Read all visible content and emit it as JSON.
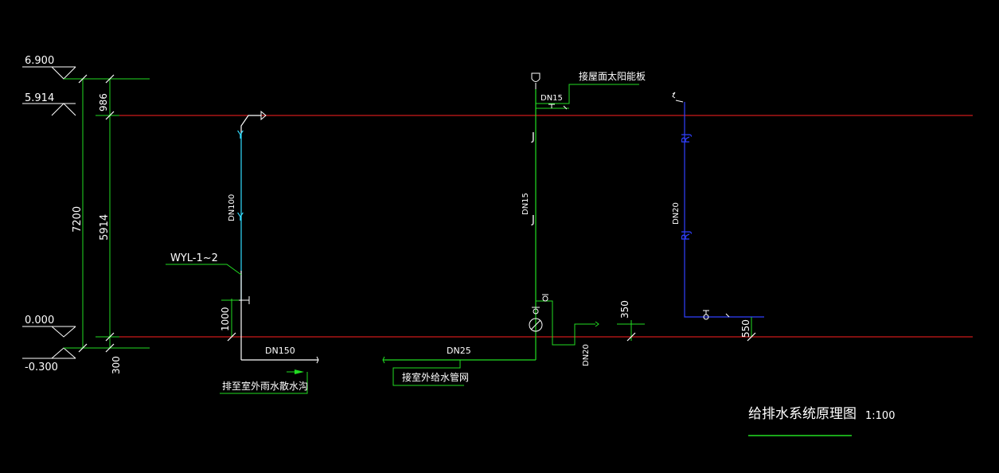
{
  "colors": {
    "background": "#000000",
    "floor_line": "#ff2020",
    "green": "#22dd22",
    "white": "#ffffff",
    "cyan": "#33ddff",
    "blue": "#3040ff"
  },
  "levels": {
    "top": "6.900",
    "roof": "5.914",
    "ground": "0.000",
    "outdoor": "-0.300"
  },
  "dimensions": {
    "total": "7200",
    "floor": "5914",
    "parapet": "986",
    "below": "300",
    "drain_height": "1000",
    "supply_rise": "350",
    "hot_rise": "550"
  },
  "rain": {
    "tag": "WYL-1~2",
    "riser_size": "DN100",
    "sleeve_1": "Y",
    "sleeve_2": "Y",
    "outlet_size": "DN150",
    "outlet_note": "排至室外雨水散水沟"
  },
  "supply": {
    "riser_size": "DN15",
    "sleeve_1": "J",
    "sleeve_2": "J",
    "top_size": "DN15",
    "top_note": "接屋面太阳能板",
    "inlet_size": "DN25",
    "inlet_note": "接室外给水管网",
    "branch_size": "DN20"
  },
  "hot": {
    "riser_size": "DN20",
    "sleeve_1": "RJ",
    "sleeve_2": "RJ"
  },
  "title": {
    "name": "给排水系统原理图",
    "scale": "1:100"
  }
}
